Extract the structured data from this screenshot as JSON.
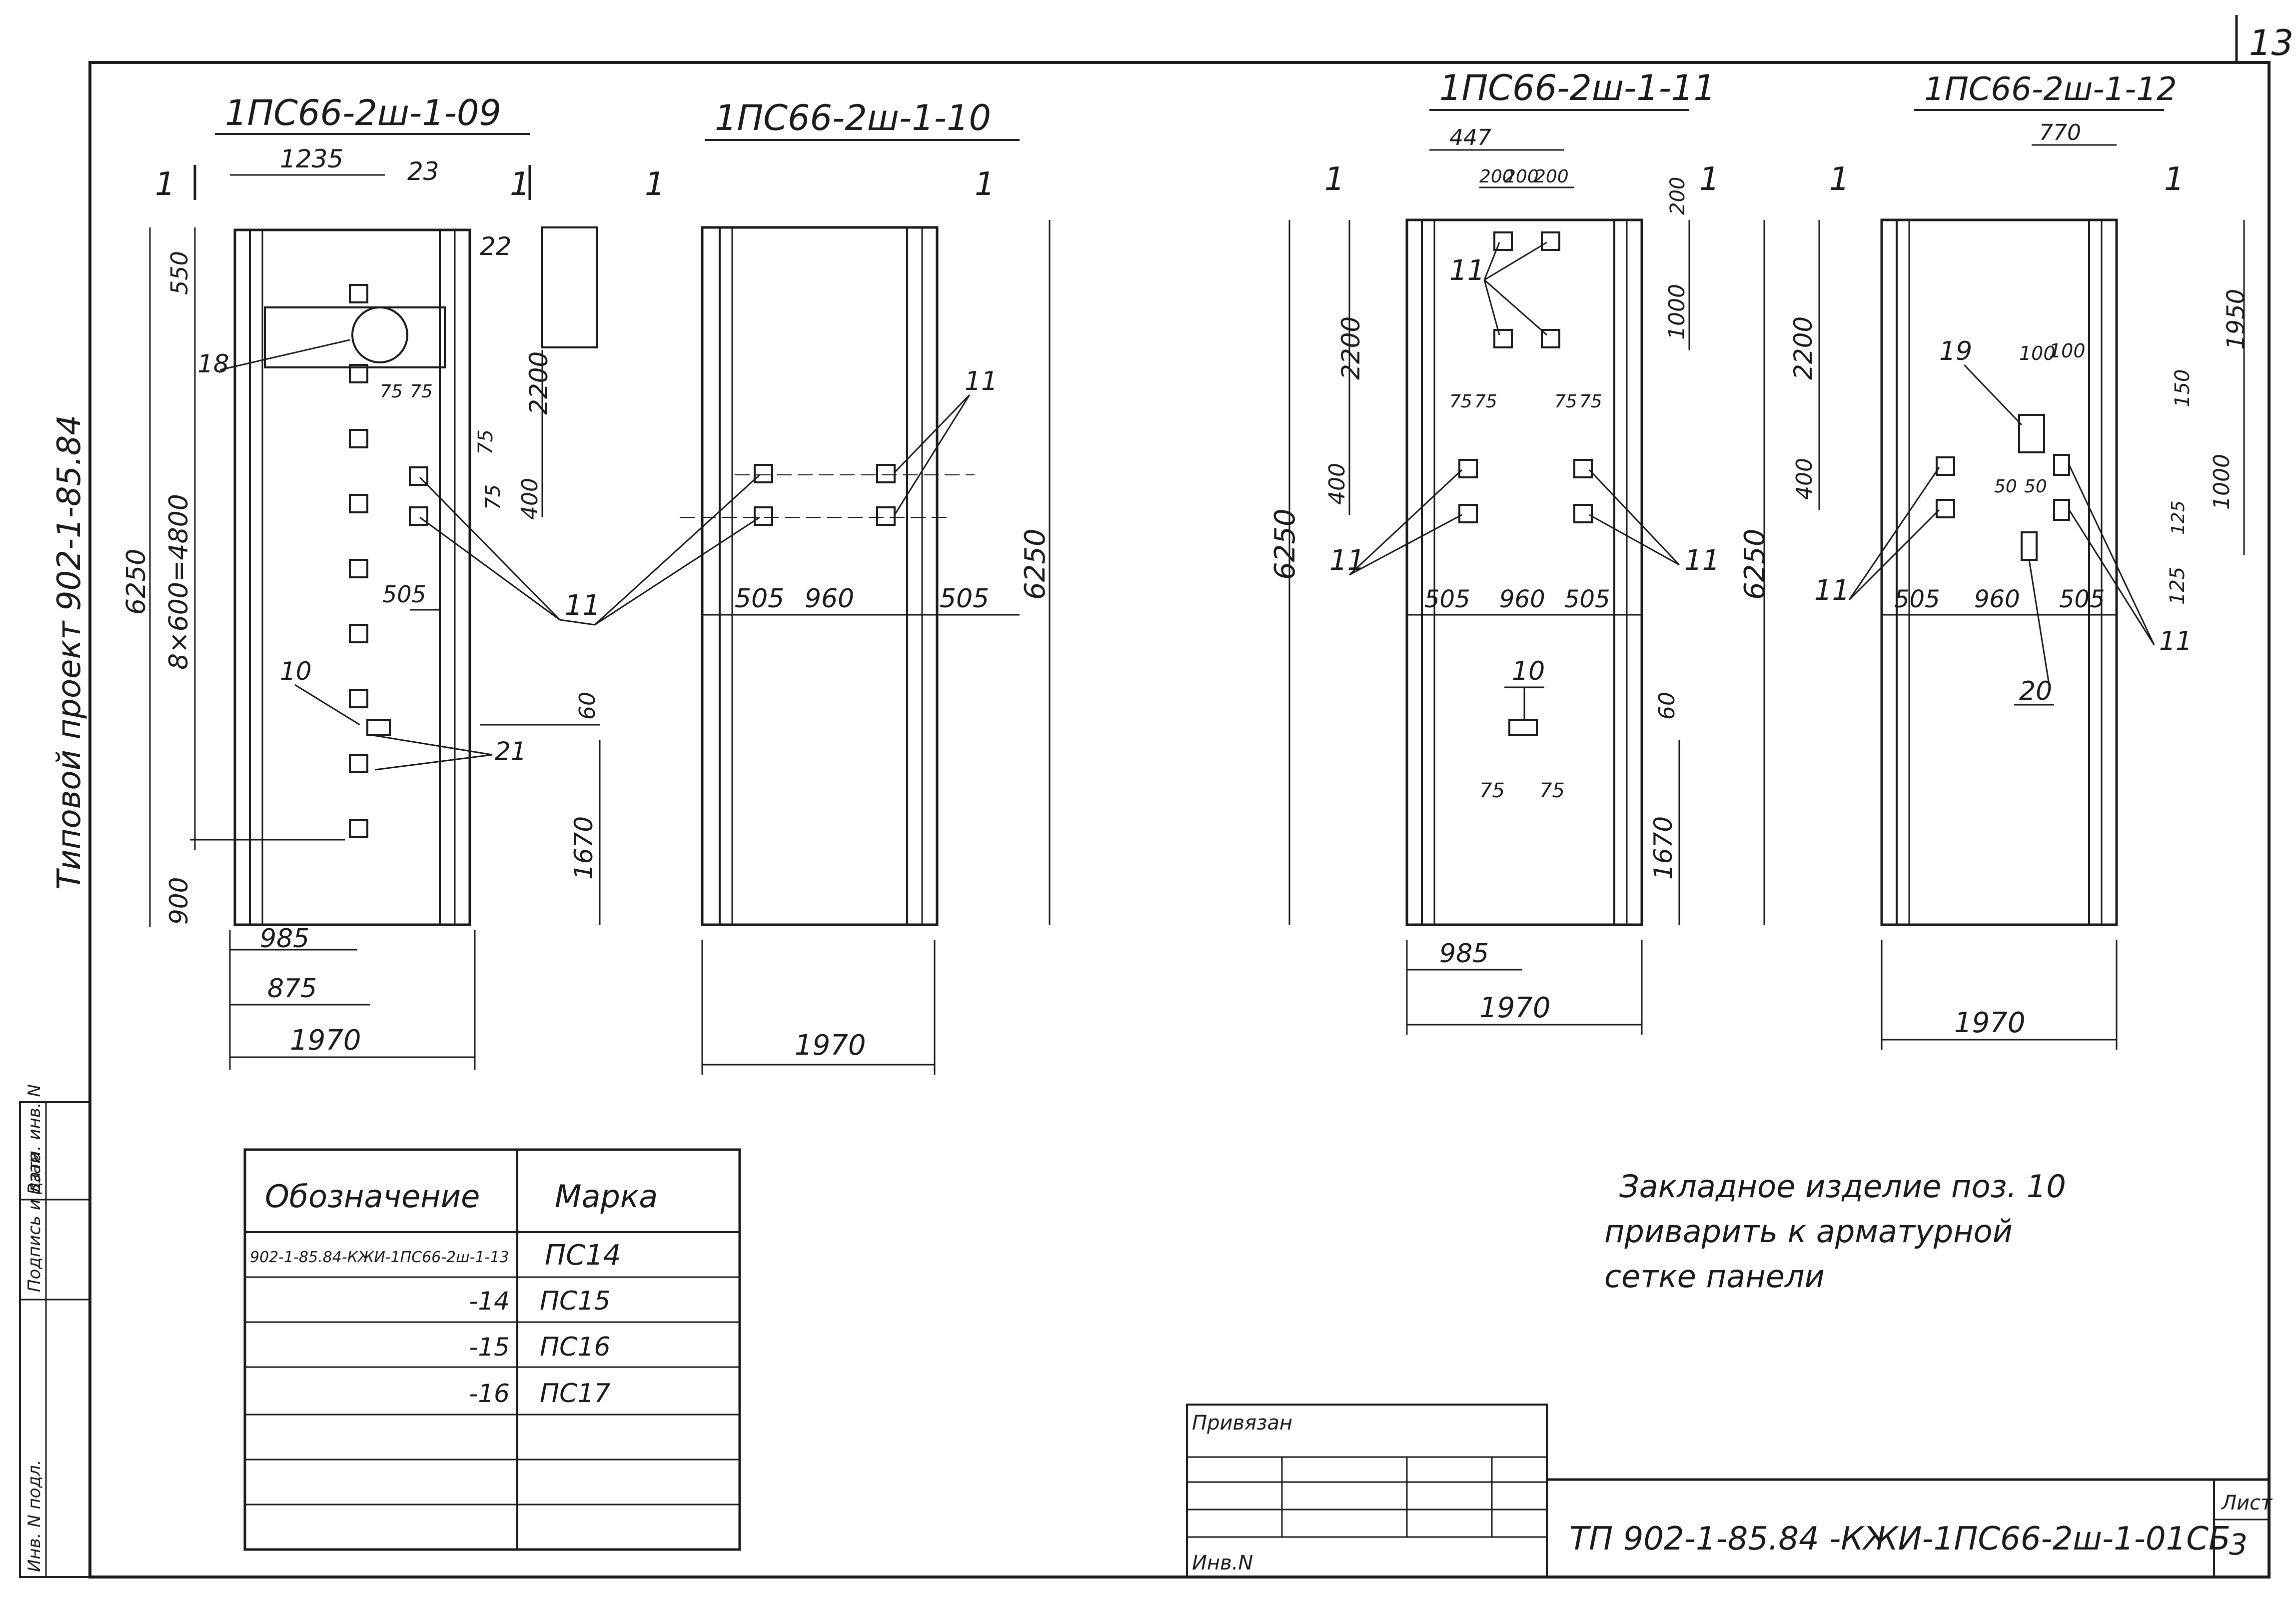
{
  "sheet_corner_number": "13",
  "vertical_title": "Типовой проект 902-1-85.84",
  "panels": [
    {
      "mark": "1ПС66-2ш-1-09",
      "section_label": "1",
      "dims": {
        "top_offset": "1235",
        "height": "6250",
        "spacing": "8×600=4800",
        "d550": "550",
        "d2200": "2200",
        "d400": "400",
        "d75": "75",
        "d505": "505",
        "d60": "60",
        "d1670": "1670",
        "d900": "900",
        "d985": "985",
        "d875": "875",
        "width": "1970"
      },
      "positions": {
        "p23": "23",
        "p22": "22",
        "p18": "18",
        "p10": "10",
        "p21": "21"
      }
    },
    {
      "mark": "1ПС66-2ш-1-10",
      "section_label": "1",
      "dims": {
        "left": "505",
        "mid": "960",
        "right": "505",
        "height": "6250",
        "width": "1970"
      },
      "positions": {
        "p11": "11"
      }
    },
    {
      "mark": "1ПС66-2ш-1-11",
      "section_label": "1",
      "dims": {
        "top": "447",
        "a": "200",
        "b": "200",
        "c": "200",
        "d1000": "1000",
        "d2200": "2200",
        "d400": "400",
        "d75": "75",
        "height": "6250",
        "left": "505",
        "mid": "960",
        "right": "505",
        "d60": "60",
        "d1670": "1670",
        "d985": "985",
        "width": "1970"
      },
      "positions": {
        "p11": "11",
        "p10": "10"
      }
    },
    {
      "mark": "1ПС66-2ш-1-12",
      "section_label": "1",
      "dims": {
        "top": "770",
        "d1950": "1950",
        "d2200": "2200",
        "d400": "400",
        "d100": "100",
        "d150": "150",
        "d1000": "1000",
        "d50": "50",
        "d125": "125",
        "d125b": "125",
        "height": "6250",
        "left": "505",
        "mid": "960",
        "right": "505",
        "width": "1970"
      },
      "positions": {
        "p19": "19",
        "p20": "20",
        "p11": "11"
      }
    }
  ],
  "table": {
    "headers": [
      "Обозначение",
      "Марка"
    ],
    "rows": [
      [
        "902-1-85.84-КЖИ-1ПС66-2ш-1-13",
        "ПС14"
      ],
      [
        "-14",
        "ПС15"
      ],
      [
        "-15",
        "ПС16"
      ],
      [
        "-16",
        "ПС17"
      ],
      [
        "",
        ""
      ],
      [
        "",
        ""
      ],
      [
        "",
        ""
      ]
    ]
  },
  "note": [
    "Закладное изделие поз. 10",
    "приварить к арматурной",
    "сетке панели"
  ],
  "stamp": {
    "bound_label": "Привязан",
    "inv_label": "Инв.N"
  },
  "side_stamp": [
    "Инв. N подл.",
    "Подпись и дата",
    "Взам. инв. N"
  ],
  "title_block": {
    "code": "ТП 902-1-85.84 -КЖИ-1ПС66-2ш-1-01СБ",
    "sheet_label": "Лист",
    "sheet_number": "3"
  }
}
